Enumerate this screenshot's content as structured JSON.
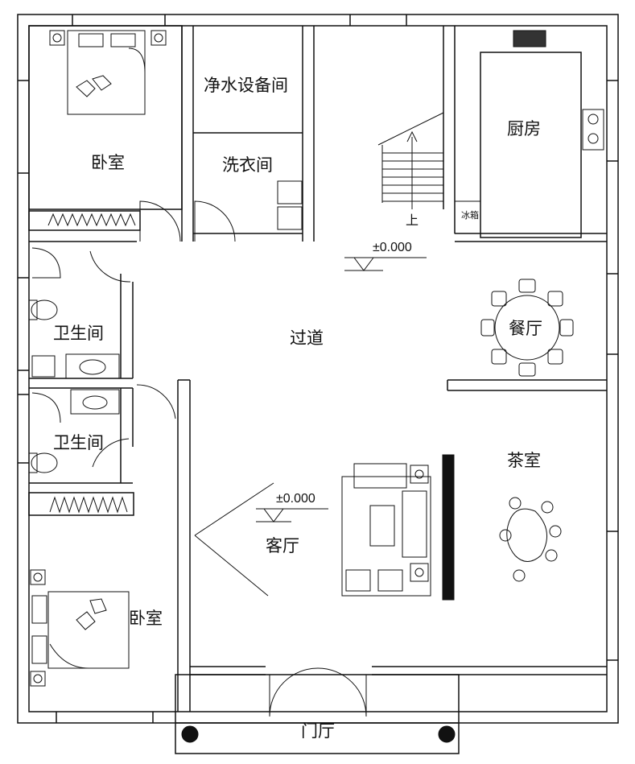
{
  "rooms": {
    "bedroom_top": "卧室",
    "water_equipment_room": "净水设备间",
    "laundry": "洗衣间",
    "kitchen": "厨房",
    "fridge": "冰箱",
    "stairs_up": "上",
    "bathroom_1": "卫生间",
    "bathroom_2": "卫生间",
    "corridor": "过道",
    "dining": "餐厅",
    "tea_room": "茶室",
    "living_room": "客厅",
    "bedroom_bottom": "卧室",
    "foyer": "门厅"
  },
  "levels": {
    "upper": "±0.000",
    "lower": "±0.000"
  }
}
